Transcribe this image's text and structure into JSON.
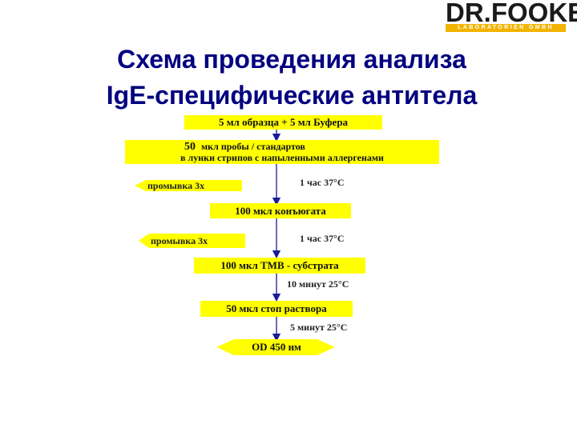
{
  "logo": {
    "name": "DR.FOOKE",
    "subtitle": "LABORATORIEN GMBH"
  },
  "title": {
    "line1": "Схема проведения анализа",
    "line2": "IgE-специфические антитела"
  },
  "steps": {
    "s1": "5 мл образца + 5 мл Буфера",
    "s2_num": "50",
    "s2_line1": "мкл пробы / стандартов",
    "s2_line2": "в лунки стрипов с напыленными аллергенами",
    "s3": "100 мкл конъюгата",
    "s4": "100 мкл TMB - субстрата",
    "s5": "50 мкл стоп раствора",
    "s6": "OD 450 нм"
  },
  "wash": {
    "w1": "промывка 3х",
    "w2": "промывка 3х"
  },
  "incubation": {
    "i1": "1 час  37°С",
    "i2": "1 час  37°С",
    "i3": "10 минут 25°С",
    "i4": "5 минут 25°С"
  },
  "colors": {
    "box": "#ffff00",
    "title": "#000080",
    "arrow": "#1a1a99",
    "logo_accent": "#f2b400"
  }
}
